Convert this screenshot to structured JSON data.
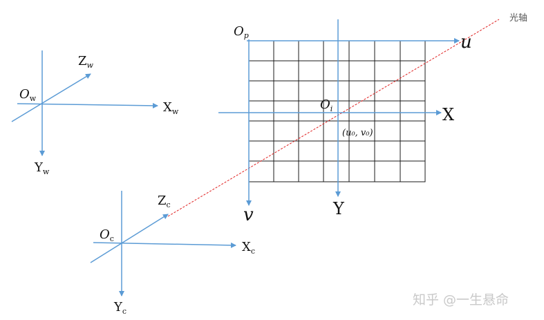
{
  "labels": {
    "optical_axis": "光轴",
    "world_origin": "O",
    "world_origin_sub": "w",
    "world_x": "X",
    "world_x_sub": "w",
    "world_y": "Y",
    "world_y_sub": "w",
    "world_z": "Z",
    "world_z_sub": "w",
    "camera_origin": "O",
    "camera_origin_sub": "c",
    "camera_x": "X",
    "camera_x_sub": "c",
    "camera_y": "Y",
    "camera_y_sub": "c",
    "camera_z": "Z",
    "camera_z_sub": "c",
    "pixel_origin": "O",
    "pixel_origin_sub": "p",
    "pixel_u": "u",
    "pixel_v": "v",
    "image_origin": "O",
    "image_origin_sub": "i",
    "image_x": "X",
    "image_y": "Y",
    "principal_point": "(u₀, v₀)"
  },
  "watermark": "知乎 @一生悬命",
  "colors": {
    "axis": "#5b9bd5",
    "grid": "#1a1a1a",
    "optical_axis": "#e02020",
    "text": "#111111",
    "watermark": "#c9c9c9"
  }
}
